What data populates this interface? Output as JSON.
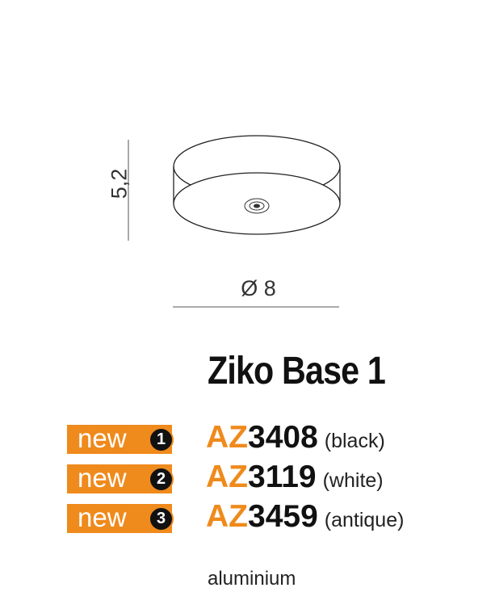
{
  "dimensions": {
    "height": "5,2",
    "diameter": "Ø 8"
  },
  "product": {
    "title": "Ziko Base 1",
    "variants": [
      {
        "badge": "new",
        "number": "1",
        "code_prefix": "AZ",
        "code_digits": "3408",
        "finish": "(black)"
      },
      {
        "badge": "new",
        "number": "2",
        "code_prefix": "AZ",
        "code_digits": "3119",
        "finish": "(white)"
      },
      {
        "badge": "new",
        "number": "3",
        "code_prefix": "AZ",
        "code_digits": "3459",
        "finish": "(antique)"
      }
    ],
    "material": "aluminium"
  },
  "colors": {
    "accent": "#ef8a1c",
    "text": "#111111"
  }
}
